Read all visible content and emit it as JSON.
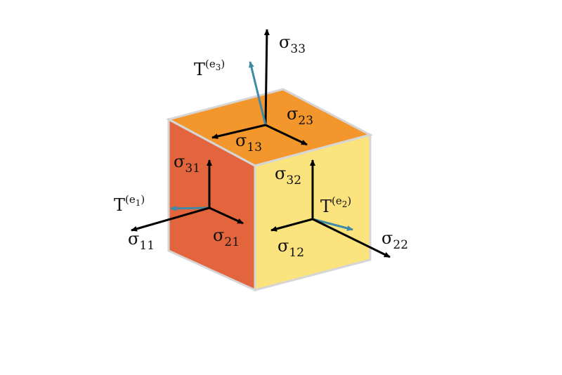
{
  "diagram": {
    "colors": {
      "top_face": "#f3962c",
      "left_face": "#e3653d",
      "right_face": "#fbe47e",
      "edge": "#d6d6d6",
      "arrow_black": "#000000",
      "arrow_blue": "#3f8aa6"
    },
    "labels": {
      "s33": {
        "base": "σ",
        "sub": "33"
      },
      "s23": {
        "base": "σ",
        "sub": "23"
      },
      "s13": {
        "base": "σ",
        "sub": "13"
      },
      "s31": {
        "base": "σ",
        "sub": "31"
      },
      "s32": {
        "base": "σ",
        "sub": "32"
      },
      "s11": {
        "base": "σ",
        "sub": "11"
      },
      "s21": {
        "base": "σ",
        "sub": "21"
      },
      "s12": {
        "base": "σ",
        "sub": "12"
      },
      "s22": {
        "base": "σ",
        "sub": "22"
      },
      "t3": {
        "base": "T",
        "sup_open": "(e",
        "sup_sub": "3",
        "sup_close": ")"
      },
      "t1": {
        "base": "T",
        "sup_open": "(e",
        "sup_sub": "1",
        "sup_close": ")"
      },
      "t2": {
        "base": "T",
        "sup_open": "(e",
        "sup_sub": "2",
        "sup_close": ")"
      }
    }
  }
}
